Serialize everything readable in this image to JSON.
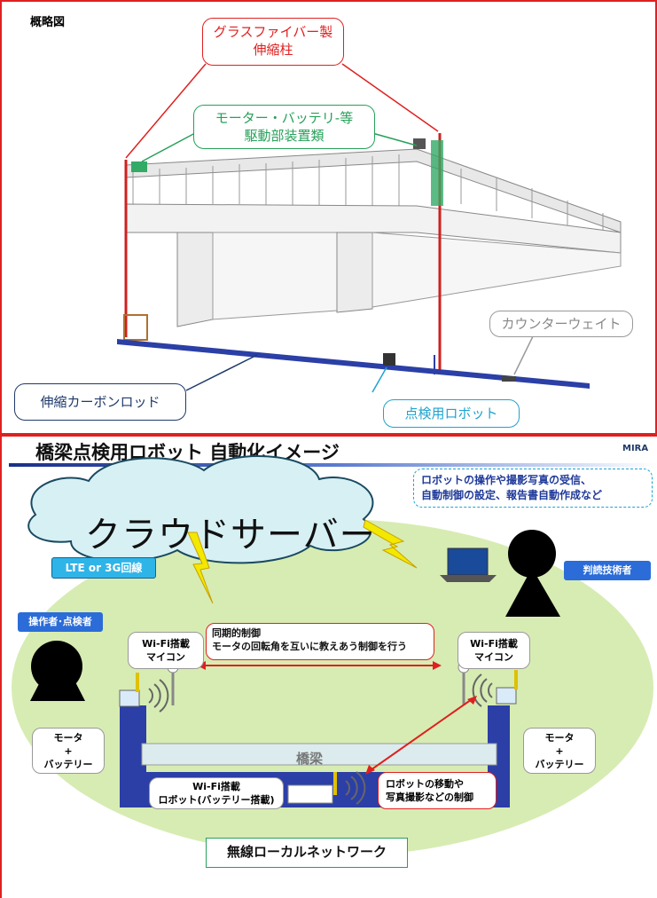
{
  "top": {
    "caption": "概略図",
    "labels": {
      "fiberglass": "グラスファイバー製\n伸縮柱",
      "motor": "モーター・バッテリ-等\n駆動部装置類",
      "counterweight": "カウンターウェイト",
      "carbon_rod": "伸縮カーボンロッド",
      "robot": "点検用ロボット"
    }
  },
  "bottom": {
    "title": "橋梁点検用ロボット  自動化イメージ",
    "logo": "MIRA",
    "note": "ロボットの操作や撮影写真の受信、\n自動制御の設定、報告書自動作成など",
    "cloud": "クラウドサーバー",
    "lte": "LTE  or  3G回線",
    "engineer": "判読技術者",
    "operator": "操作者･点検者",
    "sync": "同期的制御\nモータの回転角を互いに教えあう制御を行う",
    "wifi_left": "Wi-Fi搭載\nマイコン",
    "wifi_right": "Wi-Fi搭載\nマイコン",
    "motor_left": "モータ\n+\nバッテリー",
    "motor_right": "モータ\n+\nバッテリー",
    "bridge": "橋梁",
    "robot_wifi": "Wi-Fi搭載\nロボット(バッテリー搭載)",
    "robot_control": "ロボットの移動や\n写真撮影などの制御",
    "network": "無線ローカルネットワーク"
  },
  "colors": {
    "red": "#e02020",
    "green": "#27a05a",
    "navy": "#1f3a6a",
    "cyan": "#1fa3d0",
    "gray": "#999999",
    "blue": "#2b3fa6",
    "ellipse": "#d7ecb3"
  }
}
